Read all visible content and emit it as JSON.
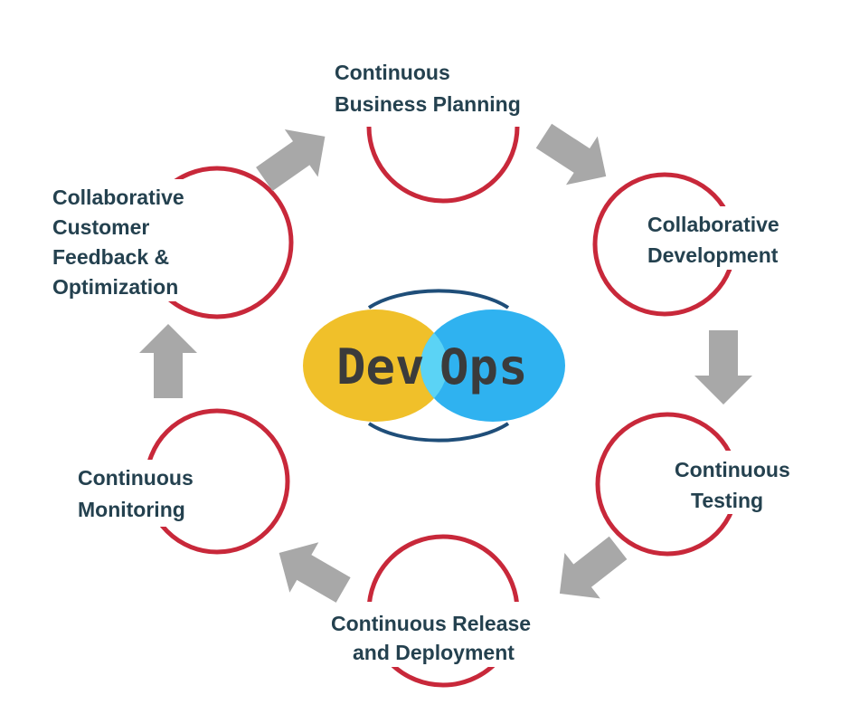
{
  "center": {
    "logo_left": "Dev",
    "logo_right": "Ops",
    "colors": {
      "left_oval": "#f0c02a",
      "right_oval": "#2fb2f0",
      "overlap": "#5bd3f5",
      "ring": "#1f4e79",
      "text": "#3b3b3b"
    }
  },
  "stages": [
    {
      "id": "planning",
      "lines": [
        "Continuous",
        "Business Planning"
      ]
    },
    {
      "id": "development",
      "lines": [
        "Collaborative",
        "Development"
      ]
    },
    {
      "id": "testing",
      "lines": [
        "Continuous",
        "Testing"
      ]
    },
    {
      "id": "release",
      "lines": [
        "Continuous Release",
        "and Deployment"
      ]
    },
    {
      "id": "monitoring",
      "lines": [
        "Continuous",
        "Monitoring"
      ]
    },
    {
      "id": "feedback",
      "lines": [
        "Collaborative",
        "Customer",
        "Feedback &",
        "Optimization"
      ]
    }
  ],
  "colors": {
    "circle_stroke": "#c8283a",
    "arrow_fill": "#a8a8a8",
    "label": "#24414f"
  }
}
